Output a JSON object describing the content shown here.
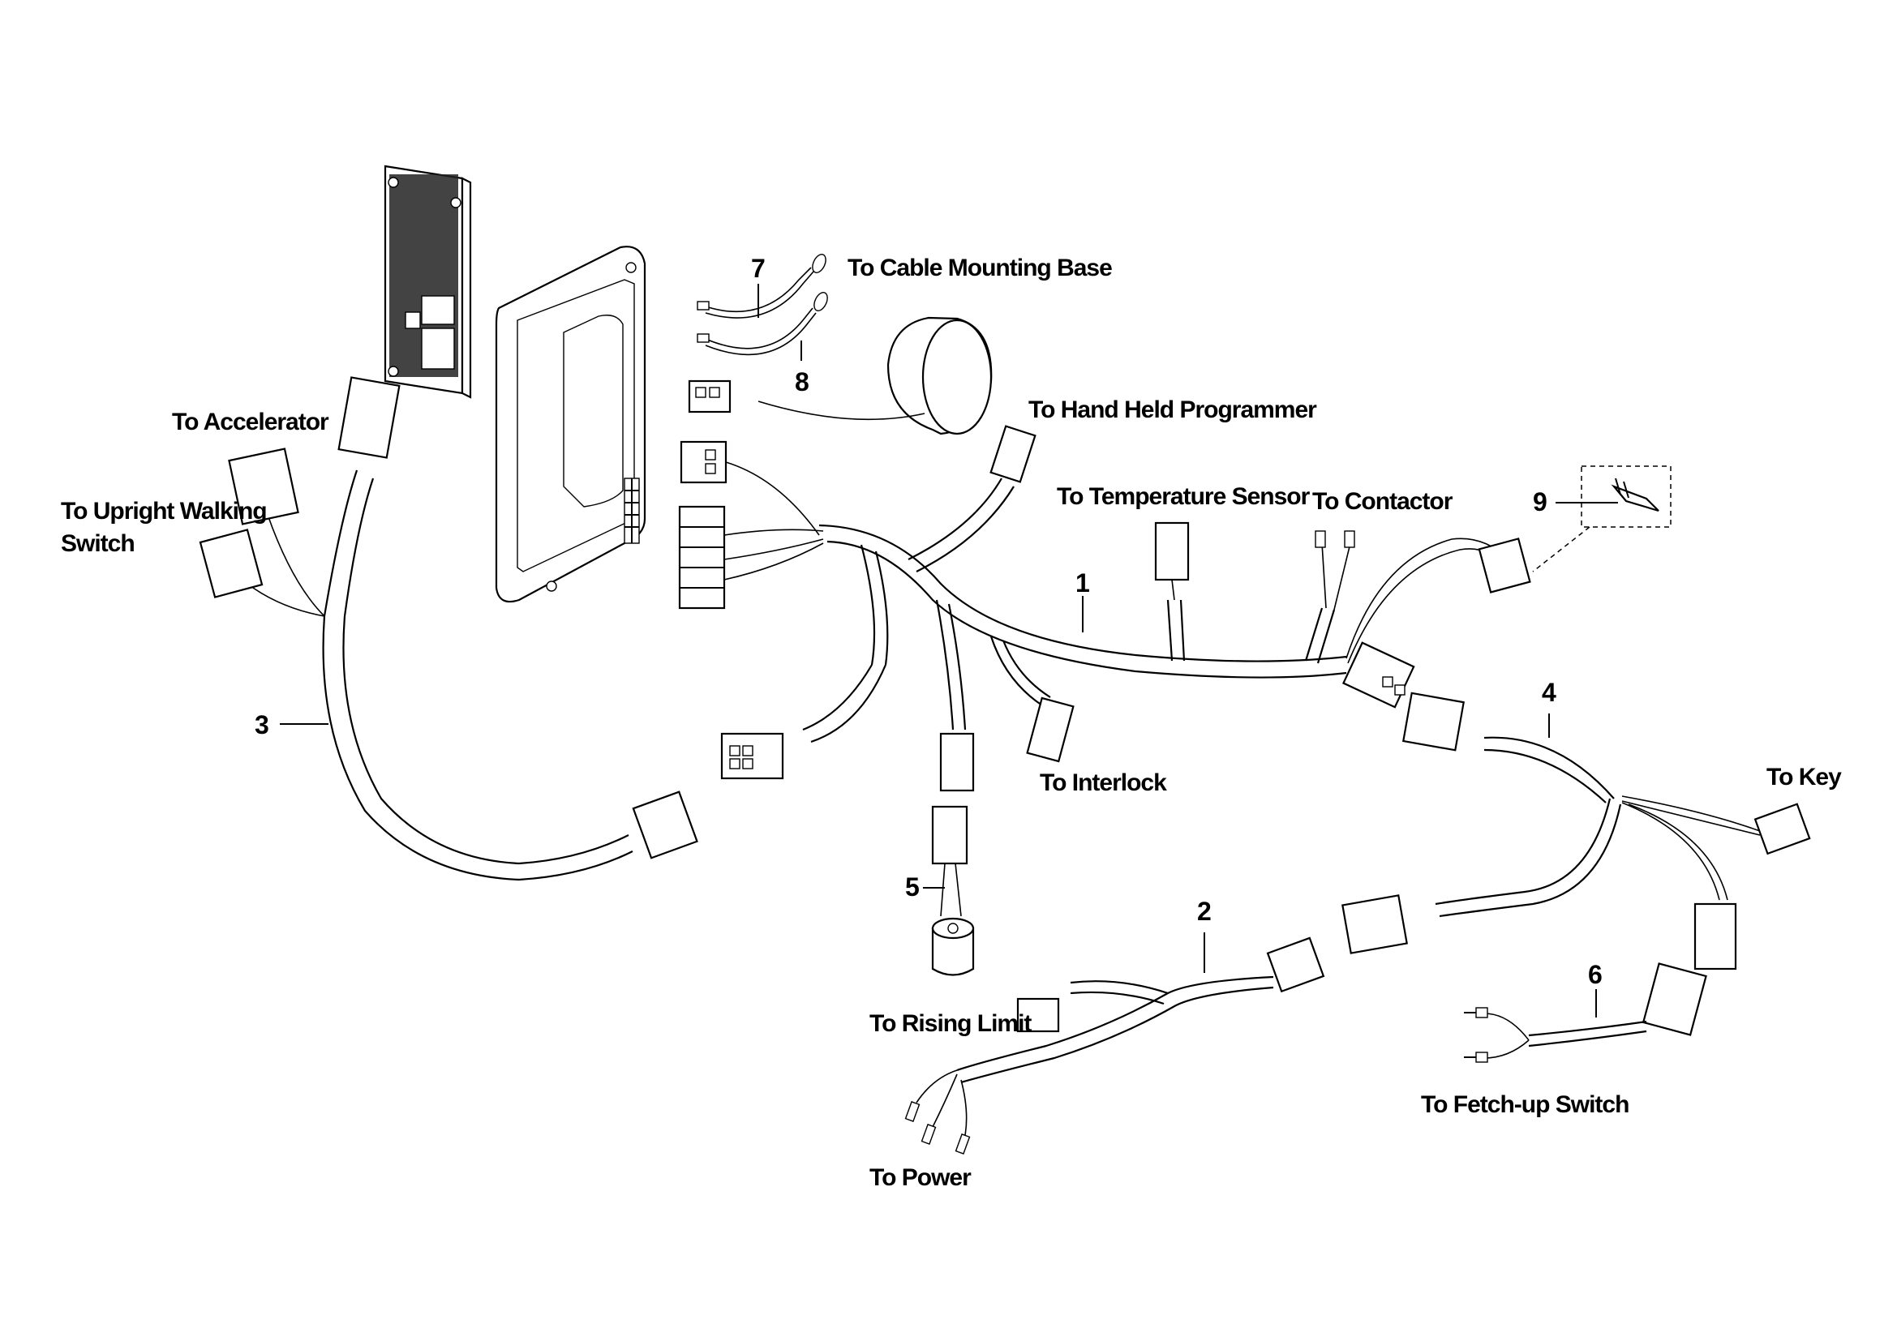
{
  "diagram": {
    "type": "wiring harness exploded parts diagram",
    "background": "#ffffff",
    "line_color": "#000000"
  },
  "labels": {
    "cable_mounting_base": "To   Cable Mounting Base",
    "hand_held_programmer": "To  Hand Held Programmer",
    "accelerator": "To Accelerator",
    "upright_walking_line1": "To Upright Walking",
    "upright_walking_line2": "Switch",
    "temperature_sensor": "To  Temperature Sensor",
    "contactor": "To  Contactor",
    "interlock": "To Interlock",
    "key": "To  Key",
    "rising_limit": "To Rising Limit",
    "fetch_up_switch": "To Fetch-up Switch",
    "power": "To Power"
  },
  "callouts": {
    "c1": "1",
    "c2": "2",
    "c3": "3",
    "c4": "4",
    "c5": "5",
    "c6": "6",
    "c7": "7",
    "c8": "8",
    "c9": "9"
  },
  "components": [
    {
      "id": "pcb",
      "name": "circuit board"
    },
    {
      "id": "controller",
      "name": "controller housing"
    },
    {
      "id": "buzzer",
      "name": "round buzzer / horn"
    },
    {
      "id": "main-harness",
      "name": "main harness",
      "callout": "1"
    },
    {
      "id": "power-harness",
      "name": "power / rising limit harness",
      "callout": "2"
    },
    {
      "id": "accelerator-harness",
      "name": "accelerator harness",
      "callout": "3"
    },
    {
      "id": "key-harness",
      "name": "key harness",
      "callout": "4"
    },
    {
      "id": "coil",
      "name": "coil sensor",
      "callout": "5"
    },
    {
      "id": "fetch-up-harness",
      "name": "fetch-up switch lead",
      "callout": "6"
    },
    {
      "id": "ground-lead-a",
      "name": "ground lead",
      "callout": "7"
    },
    {
      "id": "ground-lead-b",
      "name": "ground lead",
      "callout": "8"
    },
    {
      "id": "fuse",
      "name": "blade fuse",
      "callout": "9"
    }
  ]
}
